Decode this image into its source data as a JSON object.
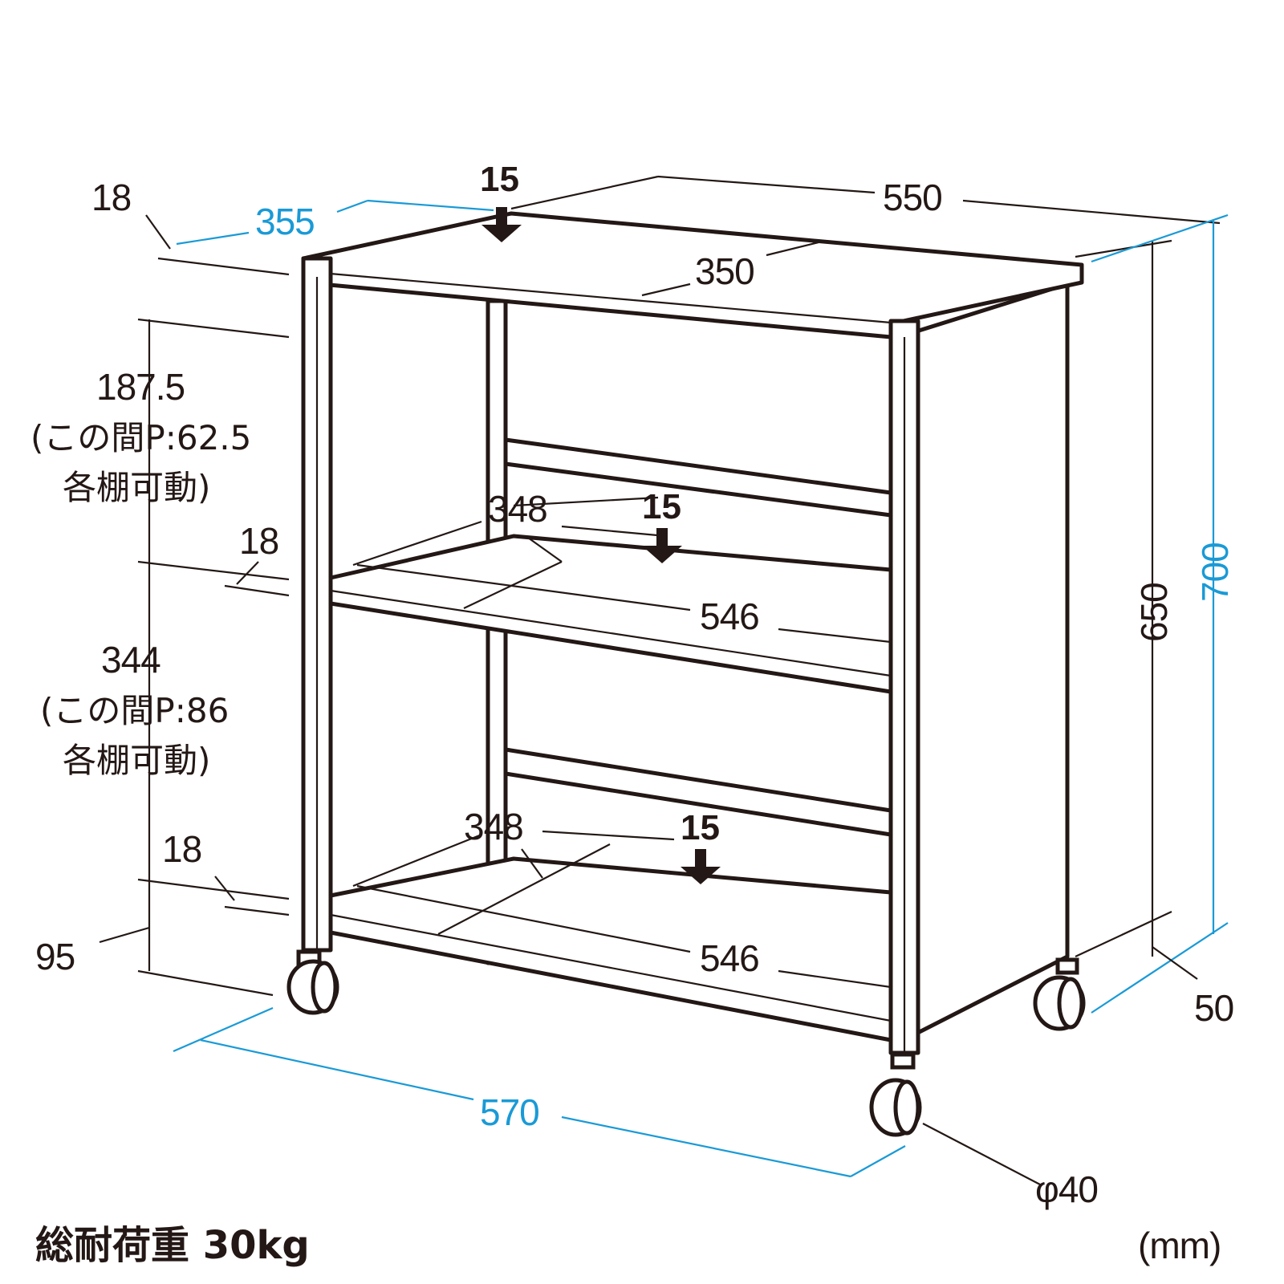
{
  "dimensions": {
    "top_load": "15",
    "mid_load": "15",
    "bottom_load": "15",
    "total_width": "550",
    "inner_width_top": "350",
    "depth_top": "355",
    "top_board_thickness": "18",
    "upper_space": "187.5",
    "upper_space_note_1": "(この間P:62.5",
    "upper_space_note_2": "各棚可動)",
    "mid_shelf_thickness": "18",
    "mid_shelf_depth": "348",
    "mid_shelf_width": "546",
    "lower_space": "344",
    "lower_space_note_1": "(この間P:86",
    "lower_space_note_2": "各棚可動)",
    "bottom_shelf_thickness": "18",
    "bottom_shelf_depth": "348",
    "bottom_shelf_width": "546",
    "bottom_clearance": "95",
    "body_height": "650",
    "total_height": "700",
    "caster_height": "50",
    "overall_depth": "570",
    "caster_diameter": "φ40"
  },
  "footer": {
    "total_load": "総耐荷重 30kg",
    "unit": "(mm)"
  },
  "colors": {
    "line": "#231815",
    "accent_blue": "#1a9ad6"
  }
}
